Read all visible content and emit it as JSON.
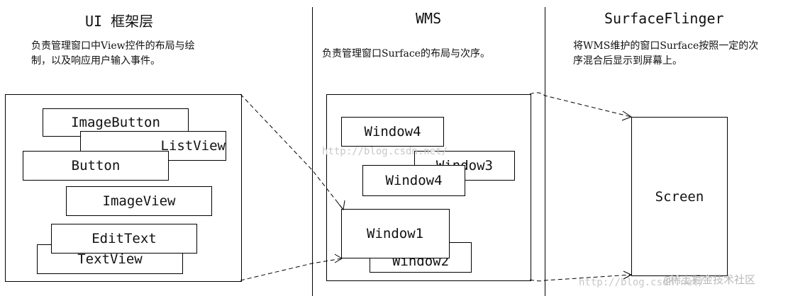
{
  "columns": {
    "ui": {
      "title": "UI 框架层",
      "desc_line1": "负责管理窗口中View控件的布局与绘",
      "desc_line2": "制，以及响应用户输入事件。"
    },
    "wms": {
      "title": "WMS",
      "desc": "负责管理窗口Surface的布局与次序。"
    },
    "sf": {
      "title": "SurfaceFlinger",
      "desc_line1": "将WMS维护的窗口Surface按照一定的次",
      "desc_line2": "序混合后显示到屏幕上。"
    }
  },
  "ui_views": {
    "image_button": "ImageButton",
    "list_view": "ListView",
    "button": "Button",
    "image_view": "ImageView",
    "edit_text": "EditText",
    "text_view": "TextView"
  },
  "windows": {
    "window4_top": "Window4",
    "window3": "Window3",
    "window4": "Window4",
    "window1": "Window1",
    "window2": "Window2"
  },
  "screen": {
    "label": "Screen"
  },
  "watermarks": {
    "url_wms": "http://blog.csdn.net/",
    "url_bottom": "http://blog.csdn.net/",
    "brand": "@稀土掘金技术社区"
  }
}
